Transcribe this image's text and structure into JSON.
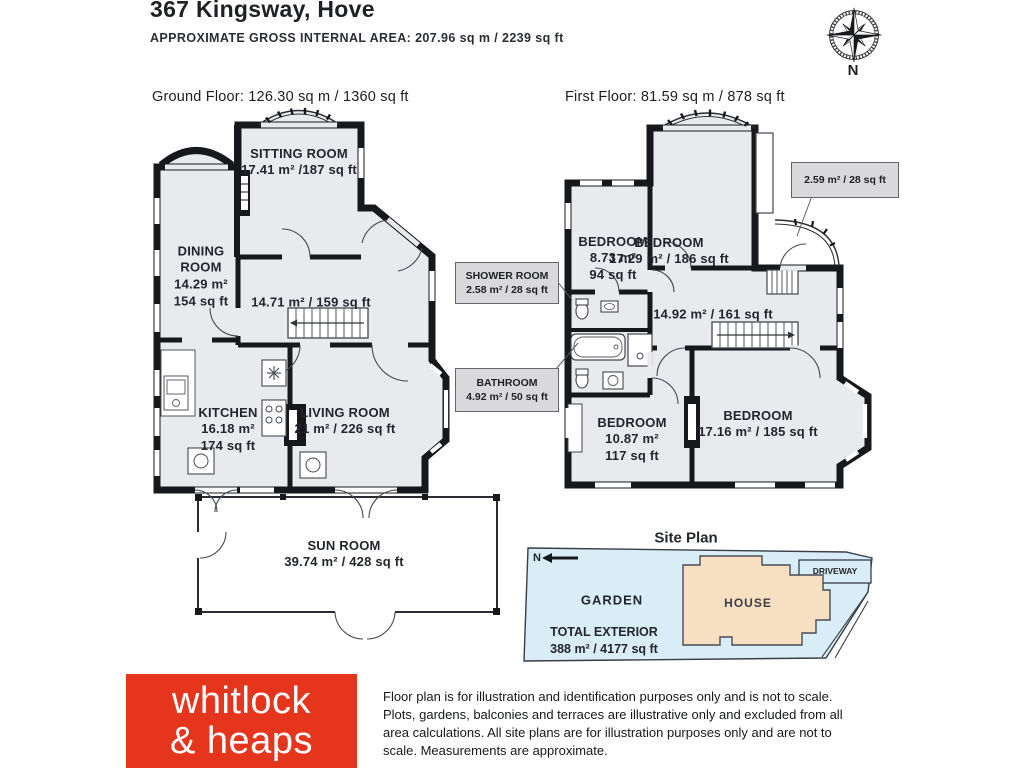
{
  "header": {
    "title": "367 Kingsway, Hove",
    "subtitle": "APPROXIMATE GROSS INTERNAL AREA: 207.96 sq m / 2239 sq ft"
  },
  "compass": {
    "label": "N"
  },
  "ground_floor": {
    "title": "Ground Floor:  126.30 sq m / 1360 sq ft",
    "rooms": [
      {
        "name": "SITTING ROOM",
        "area": "17.41 m² /187 sq ft"
      },
      {
        "name": "DINING\nROOM",
        "area": "14.29 m²\n154 sq ft"
      },
      {
        "name": "",
        "area": "14.71 m² / 159 sq ft"
      },
      {
        "name": "KITCHEN",
        "area": "16.18 m²\n174 sq ft"
      },
      {
        "name": "LIVING ROOM",
        "area": "21 m² / 226 sq ft"
      },
      {
        "name": "SUN ROOM",
        "area": "39.74 m² / 428 sq ft"
      }
    ]
  },
  "first_floor": {
    "title": "First Floor:  81.59 sq m / 878 sq ft",
    "rooms": [
      {
        "name": "BEDROOM",
        "area": "8.73 m²\n94 sq ft"
      },
      {
        "name": "BEDROOM",
        "area": "17.29 m² / 186 sq ft"
      },
      {
        "name": "",
        "area": "14.92 m² / 161 sq ft"
      },
      {
        "name": "BEDROOM",
        "area": "10.87 m²\n117 sq ft"
      },
      {
        "name": "BEDROOM",
        "area": "17.16 m² / 185 sq ft"
      }
    ],
    "callouts": [
      {
        "label": "SHOWER ROOM\n2.58 m² / 28 sq ft"
      },
      {
        "label": "BATHROOM\n4.92 m² / 50 sq ft"
      },
      {
        "label": "2.59 m² / 28 sq ft"
      }
    ]
  },
  "site_plan": {
    "title": "Site Plan",
    "north_label": "N",
    "garden_label": "GARDEN",
    "house_label": "HOUSE",
    "driveway_label": "DRIVEWAY",
    "total_exterior": "TOTAL EXTERIOR\n388 m² / 4177 sq ft"
  },
  "footer": {
    "logo": "whitlock\n& heaps",
    "disclaimer": "Floor plan is for illustration and identification purposes only and is not to scale. Plots, gardens, balconies and terraces are illustrative only and excluded from all area calculations. All site plans are for illustration purposes only and are not to scale. Measurements are approximate."
  }
}
